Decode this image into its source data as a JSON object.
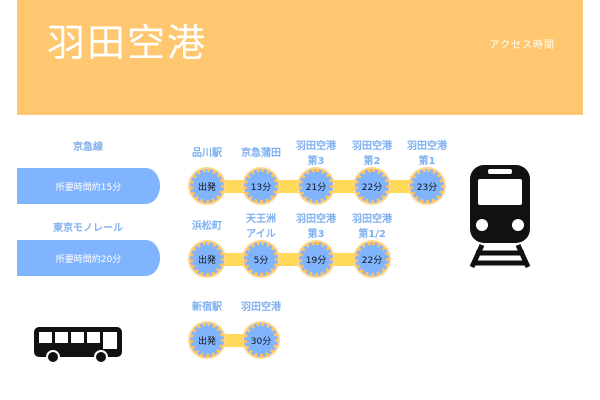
{
  "header": {
    "title": "羽田空港",
    "subtitle": "アクセス時間"
  },
  "lines": [
    {
      "name": "京急線",
      "time": "所要時間約15分",
      "stations": [
        {
          "name": "品川駅",
          "time": "出発"
        },
        {
          "name": "京急蒲田",
          "time": "13分"
        },
        {
          "name": "羽田空港\n第3",
          "time": "21分"
        },
        {
          "name": "羽田空港\n第2",
          "time": "22分"
        },
        {
          "name": "羽田空港\n第1",
          "time": "23分"
        }
      ]
    },
    {
      "name": "東京モノレール",
      "time": "所要時間約20分",
      "stations": [
        {
          "name": "浜松町",
          "time": "出発"
        },
        {
          "name": "天王洲\nアイル",
          "time": "5分"
        },
        {
          "name": "羽田空港\n第3",
          "time": "19分"
        },
        {
          "name": "羽田空港\n第1/2",
          "time": "22分"
        }
      ]
    },
    {
      "name": "",
      "time": "",
      "stations": [
        {
          "name": "新宿駅",
          "time": "出発"
        },
        {
          "name": "羽田空港",
          "time": "30分"
        }
      ]
    }
  ],
  "colors": {
    "header": "#FFC870",
    "accent": "#80B4FF",
    "track": "#FFD95A"
  }
}
